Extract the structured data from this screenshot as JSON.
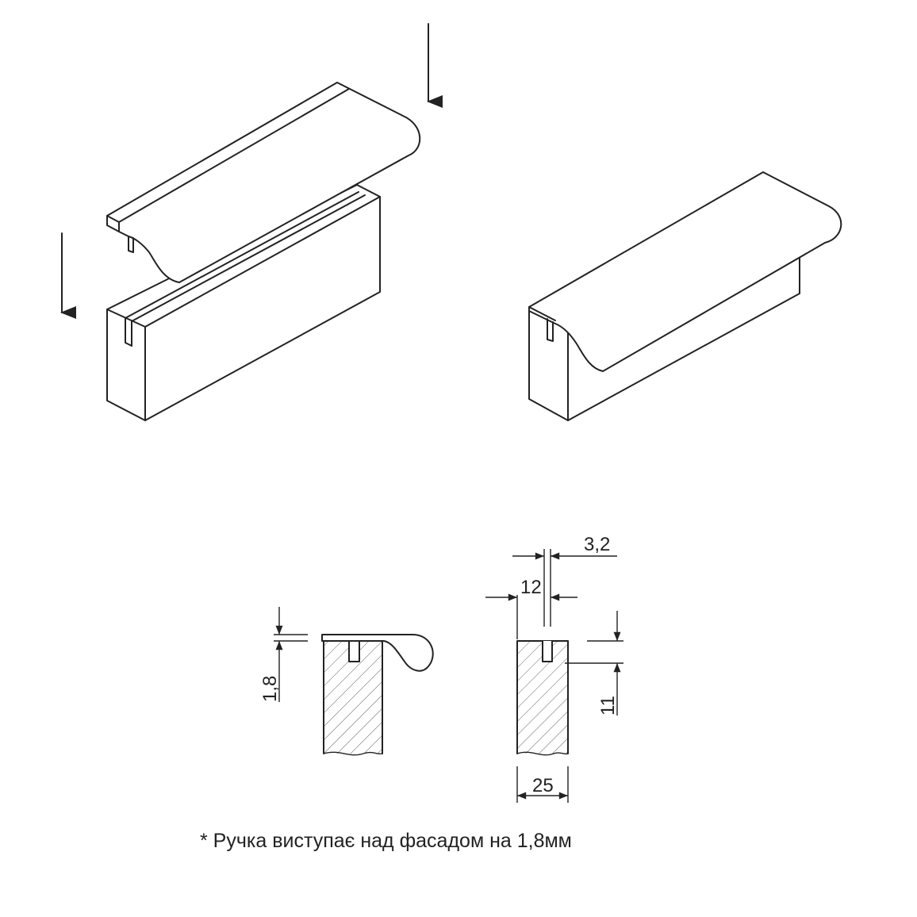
{
  "dimensions": {
    "overhang": "1,8",
    "slot_width": "3,2",
    "slot_offset": "12",
    "slot_depth": "11",
    "panel_thickness": "25"
  },
  "footnote": "* Ручка виступає над фасадом на 1,8мм",
  "colors": {
    "line": "#222222",
    "background": "#ffffff",
    "hatch": "#666666"
  },
  "icons": [
    "down-arrow-icon",
    "down-arrow-icon"
  ]
}
